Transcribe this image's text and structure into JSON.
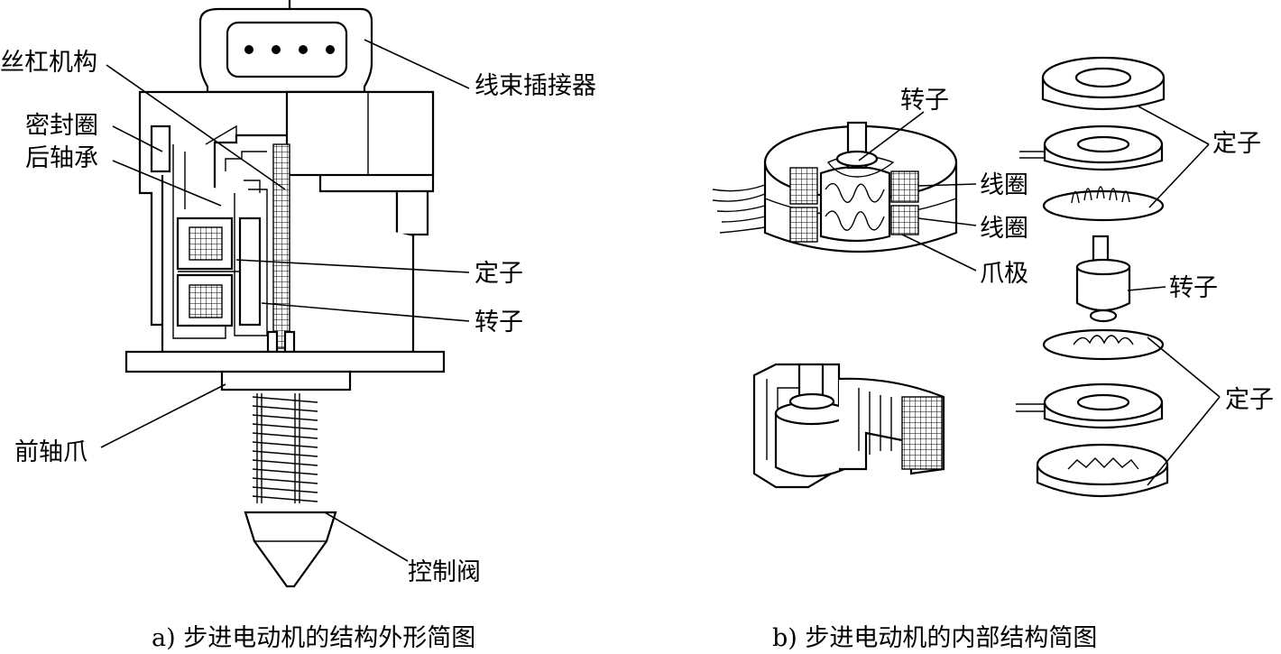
{
  "panel_a": {
    "caption": "a) 步进电动机的结构外形简图",
    "labels": {
      "lead_screw": "丝杠机构",
      "seal_ring": "密封圈",
      "rear_bearing": "后轴承",
      "harness_connector": "线束插接器",
      "stator": "定子",
      "rotor": "转子",
      "front_bearing": "前轴爪",
      "control_valve": "控制阀"
    }
  },
  "panel_b": {
    "caption": "b) 步进电动机的内部结构简图",
    "labels": {
      "rotor_top": "转子",
      "coil_upper": "线圈",
      "coil_lower": "线圈",
      "claw_pole": "爪极",
      "rotor_right": "转子",
      "stator_top": "定子",
      "stator_bottom": "定子"
    }
  }
}
